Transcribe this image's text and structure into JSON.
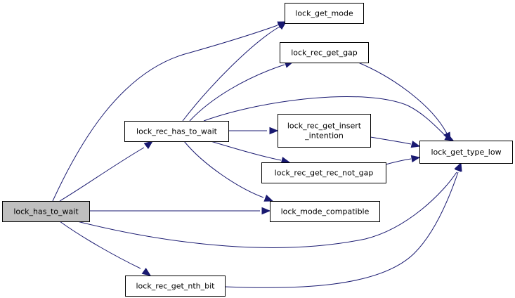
{
  "graph": {
    "nodes": [
      {
        "id": "lock_has_to_wait",
        "lines": [
          "lock_has_to_wait"
        ],
        "root": true
      },
      {
        "id": "lock_rec_has_to_wait",
        "lines": [
          "lock_rec_has_to_wait"
        ]
      },
      {
        "id": "lock_get_mode",
        "lines": [
          "lock_get_mode"
        ]
      },
      {
        "id": "lock_rec_get_gap",
        "lines": [
          "lock_rec_get_gap"
        ]
      },
      {
        "id": "lock_rec_get_insert_intention",
        "lines": [
          "lock_rec_get_insert",
          "_intention"
        ]
      },
      {
        "id": "lock_get_type_low",
        "lines": [
          "lock_get_type_low"
        ]
      },
      {
        "id": "lock_rec_get_rec_not_gap",
        "lines": [
          "lock_rec_get_rec_not_gap"
        ]
      },
      {
        "id": "lock_mode_compatible",
        "lines": [
          "lock_mode_compatible"
        ]
      },
      {
        "id": "lock_rec_get_nth_bit",
        "lines": [
          "lock_rec_get_nth_bit"
        ]
      }
    ],
    "edges": [
      {
        "from": "lock_has_to_wait",
        "to": "lock_get_mode"
      },
      {
        "from": "lock_has_to_wait",
        "to": "lock_rec_has_to_wait"
      },
      {
        "from": "lock_has_to_wait",
        "to": "lock_mode_compatible"
      },
      {
        "from": "lock_has_to_wait",
        "to": "lock_get_type_low"
      },
      {
        "from": "lock_has_to_wait",
        "to": "lock_rec_get_nth_bit"
      },
      {
        "from": "lock_rec_has_to_wait",
        "to": "lock_get_mode"
      },
      {
        "from": "lock_rec_has_to_wait",
        "to": "lock_rec_get_gap"
      },
      {
        "from": "lock_rec_has_to_wait",
        "to": "lock_get_type_low"
      },
      {
        "from": "lock_rec_has_to_wait",
        "to": "lock_rec_get_insert_intention"
      },
      {
        "from": "lock_rec_has_to_wait",
        "to": "lock_rec_get_rec_not_gap"
      },
      {
        "from": "lock_rec_has_to_wait",
        "to": "lock_mode_compatible"
      },
      {
        "from": "lock_rec_get_gap",
        "to": "lock_get_type_low"
      },
      {
        "from": "lock_rec_get_insert_intention",
        "to": "lock_get_type_low"
      },
      {
        "from": "lock_rec_get_rec_not_gap",
        "to": "lock_get_type_low"
      },
      {
        "from": "lock_rec_get_nth_bit",
        "to": "lock_get_type_low"
      }
    ]
  }
}
